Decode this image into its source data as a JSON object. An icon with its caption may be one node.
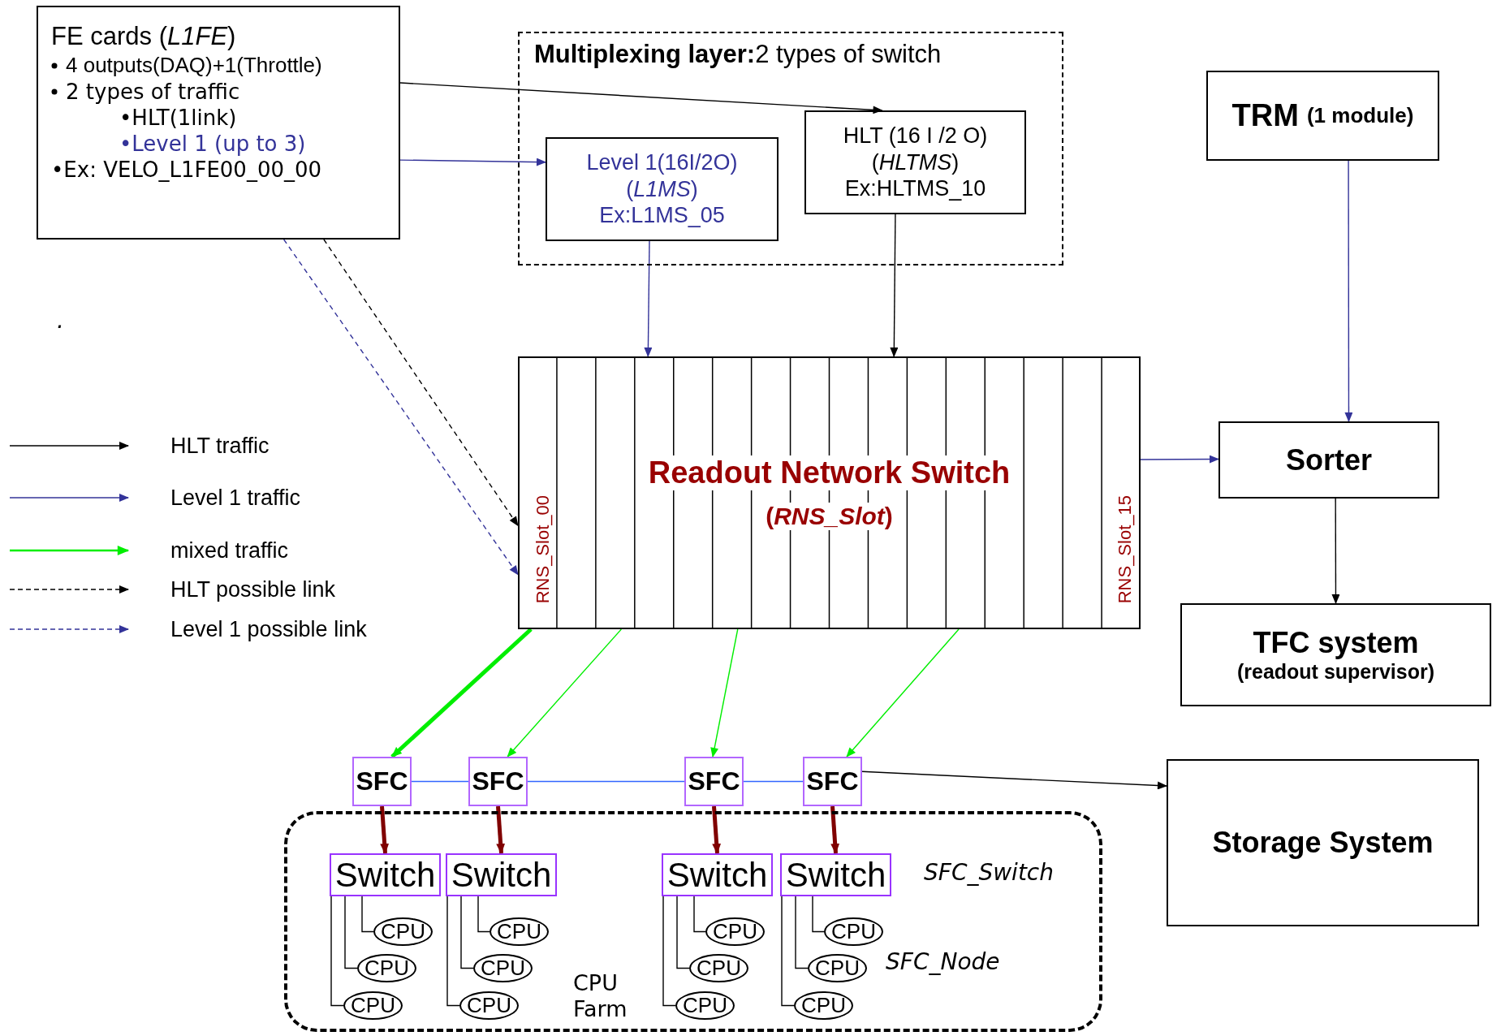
{
  "diagram": {
    "nodes": [
      {
        "text": [
          "FE cards (*L1FE*)",
          "4 outputs(DAQ)+1(Throttle)",
          "2 types of traffic",
          "•HLT(1link)",
          "•Level 1 (up to 3)",
          "•Ex: VELO_L1FE00_00_00"
        ]
      },
      {
        "text": [
          "**Multiplexing layer:**2 types of switch"
        ]
      },
      {
        "text": [
          "Level 1(16I/2O)",
          "(*L1MS*)",
          "Ex:L1MS_05"
        ],
        "in": 1
      },
      {
        "text": [
          "HLT (16 I /2 O)",
          "(*HLTMS*)",
          "Ex:HLTMS_10"
        ],
        "in": 1
      },
      {
        "text": [
          "TRM",
          "(1 module)"
        ]
      },
      {
        "text": [
          "Readout Network Switch",
          "(*RNS_Slot*)",
          "RNS_Slot_00",
          "RNS_Slot_15"
        ]
      },
      {
        "text": [
          "Sorter"
        ]
      },
      {
        "text": [
          "TFC system",
          "(readout supervisor)"
        ]
      },
      {
        "text": [
          "SFC"
        ]
      },
      {
        "text": [
          "SFC"
        ]
      },
      {
        "text": [
          "SFC"
        ]
      },
      {
        "text": [
          "SFC"
        ]
      },
      {
        "text": [
          "Storage System"
        ]
      },
      {
        "text": [
          "CPU Farm"
        ]
      },
      {
        "text": [
          "Switch"
        ],
        "in": 13
      },
      {
        "text": [
          "Switch"
        ],
        "in": 13
      },
      {
        "text": [
          "Switch"
        ],
        "in": 13
      },
      {
        "text": [
          "Switch"
        ],
        "in": 13
      },
      {
        "text": [
          "CPU"
        ],
        "in": 13
      },
      {
        "text": [
          "CPU"
        ],
        "in": 13
      },
      {
        "text": [
          "CPU"
        ],
        "in": 13
      },
      {
        "text": [
          "CPU"
        ],
        "in": 13
      },
      {
        "text": [
          "CPU"
        ],
        "in": 13
      },
      {
        "text": [
          "CPU"
        ],
        "in": 13
      },
      {
        "text": [
          "CPU"
        ],
        "in": 13
      },
      {
        "text": [
          "CPU"
        ],
        "in": 13
      },
      {
        "text": [
          "CPU"
        ],
        "in": 13
      },
      {
        "text": [
          "CPU"
        ],
        "in": 13
      },
      {
        "text": [
          "CPU"
        ],
        "in": 13
      },
      {
        "text": [
          "CPU"
        ],
        "in": 13
      }
    ],
    "edges": [
      {
        "from": 0,
        "to": 3,
        "arrow": "to"
      },
      {
        "from": 0,
        "to": 2,
        "arrow": "to",
        "color": "#333399"
      },
      {
        "from": 0,
        "to": 5,
        "arrow": "to",
        "style": "dashed"
      },
      {
        "from": 0,
        "to": 5,
        "arrow": "to",
        "style": "dashed",
        "color": "#333399"
      },
      {
        "from": 2,
        "to": 5,
        "arrow": "to",
        "color": "#333399"
      },
      {
        "from": 3,
        "to": 5,
        "arrow": "to"
      },
      {
        "from": 4,
        "to": 6,
        "arrow": "to",
        "color": "#333399"
      },
      {
        "from": 5,
        "to": 6,
        "arrow": "to",
        "color": "#333399"
      },
      {
        "from": 6,
        "to": 7,
        "arrow": "to"
      },
      {
        "from": 5,
        "to": 8,
        "arrow": "to",
        "style": "thick",
        "color": "#00ee00"
      },
      {
        "from": 5,
        "to": 9,
        "arrow": "to",
        "color": "#00ee00"
      },
      {
        "from": 5,
        "to": 10,
        "arrow": "to",
        "color": "#00ee00"
      },
      {
        "from": 5,
        "to": 11,
        "arrow": "to",
        "color": "#00ee00"
      },
      {
        "from": 8,
        "to": 9,
        "arrow": "none",
        "color": "#3366ff"
      },
      {
        "from": 9,
        "to": 10,
        "arrow": "none",
        "color": "#3366ff"
      },
      {
        "from": 10,
        "to": 11,
        "arrow": "none",
        "color": "#3366ff"
      },
      {
        "from": 11,
        "to": 12,
        "arrow": "to"
      },
      {
        "from": 8,
        "to": 14,
        "arrow": "to",
        "style": "thick",
        "color": "#800000"
      },
      {
        "from": 9,
        "to": 15,
        "arrow": "to",
        "style": "thick",
        "color": "#800000"
      },
      {
        "from": 10,
        "to": 16,
        "arrow": "to",
        "style": "thick",
        "color": "#800000"
      },
      {
        "from": 11,
        "to": 17,
        "arrow": "to",
        "style": "thick",
        "color": "#800000"
      },
      {
        "from": 14,
        "to": 18,
        "arrow": "none"
      },
      {
        "from": 14,
        "to": 19,
        "arrow": "none"
      },
      {
        "from": 14,
        "to": 20,
        "arrow": "none"
      },
      {
        "from": 15,
        "to": 21,
        "arrow": "none"
      },
      {
        "from": 15,
        "to": 22,
        "arrow": "none"
      },
      {
        "from": 15,
        "to": 23,
        "arrow": "none"
      },
      {
        "from": 16,
        "to": 24,
        "arrow": "none"
      },
      {
        "from": 16,
        "to": 25,
        "arrow": "none"
      },
      {
        "from": 16,
        "to": 26,
        "arrow": "none"
      },
      {
        "from": 17,
        "to": 27,
        "arrow": "none"
      },
      {
        "from": 17,
        "to": 28,
        "arrow": "none"
      },
      {
        "from": 17,
        "to": 29,
        "arrow": "none"
      }
    ],
    "labels": [
      ".",
      "SFC_Switch",
      "SFC_Node"
    ],
    "legend": [
      {
        "text": "HLT traffic"
      },
      {
        "text": "Level 1 traffic"
      },
      {
        "text": "mixed traffic"
      },
      {
        "text": "HLT possible link"
      },
      {
        "text": "Level 1 possible link"
      }
    ]
  }
}
